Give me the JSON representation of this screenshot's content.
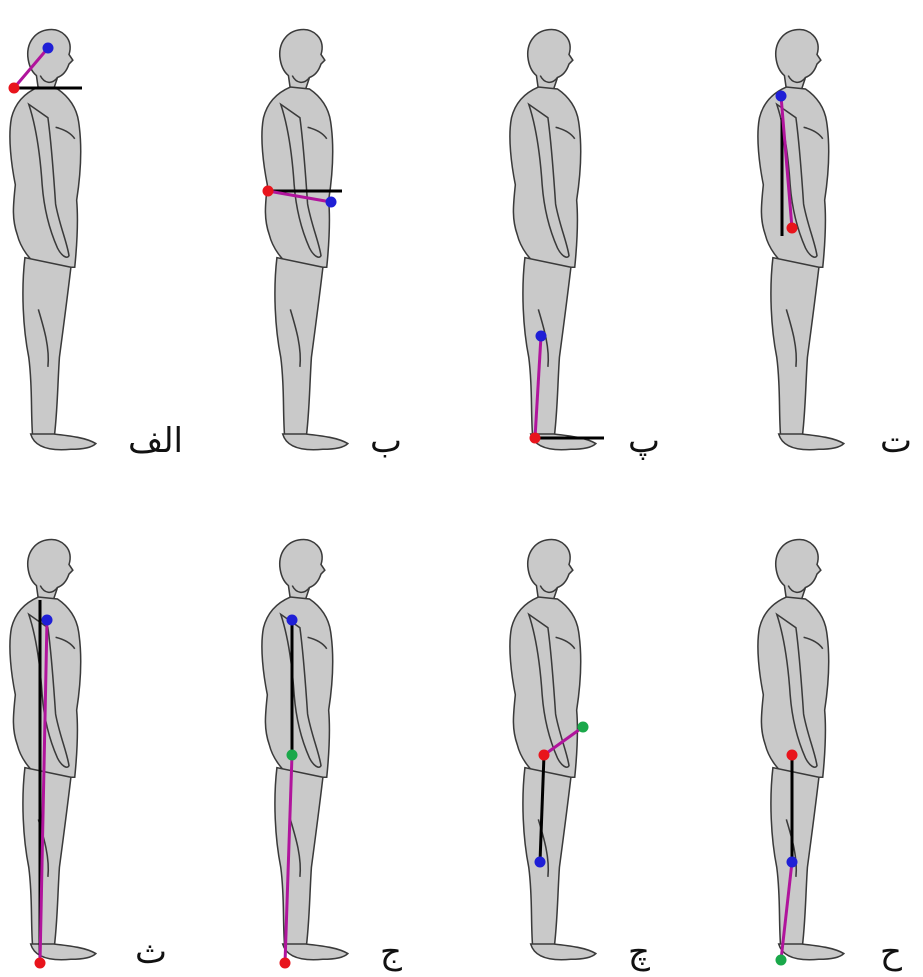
{
  "figure": {
    "panels": [
      {
        "id": "alef",
        "label": "الف",
        "markers": [
          "red",
          "blue"
        ]
      },
      {
        "id": "be",
        "label": "ب",
        "markers": [
          "red",
          "blue"
        ]
      },
      {
        "id": "pe",
        "label": "پ",
        "markers": [
          "red",
          "blue"
        ]
      },
      {
        "id": "te",
        "label": "ت",
        "markers": [
          "blue",
          "red"
        ]
      },
      {
        "id": "se",
        "label": "ث",
        "markers": [
          "blue",
          "red"
        ]
      },
      {
        "id": "jim",
        "label": "ج",
        "markers": [
          "blue",
          "green",
          "red"
        ]
      },
      {
        "id": "che",
        "label": "چ",
        "markers": [
          "red",
          "green",
          "blue"
        ]
      },
      {
        "id": "he",
        "label": "ح",
        "markers": [
          "red",
          "blue",
          "green"
        ]
      }
    ]
  },
  "colors": {
    "red": "#e8141c",
    "blue": "#1f1fd6",
    "green": "#1aa84a",
    "segment": "#b0149c",
    "reference": "#000000",
    "body_fill": "#c9c9c9",
    "body_stroke": "#3a3a3a"
  }
}
